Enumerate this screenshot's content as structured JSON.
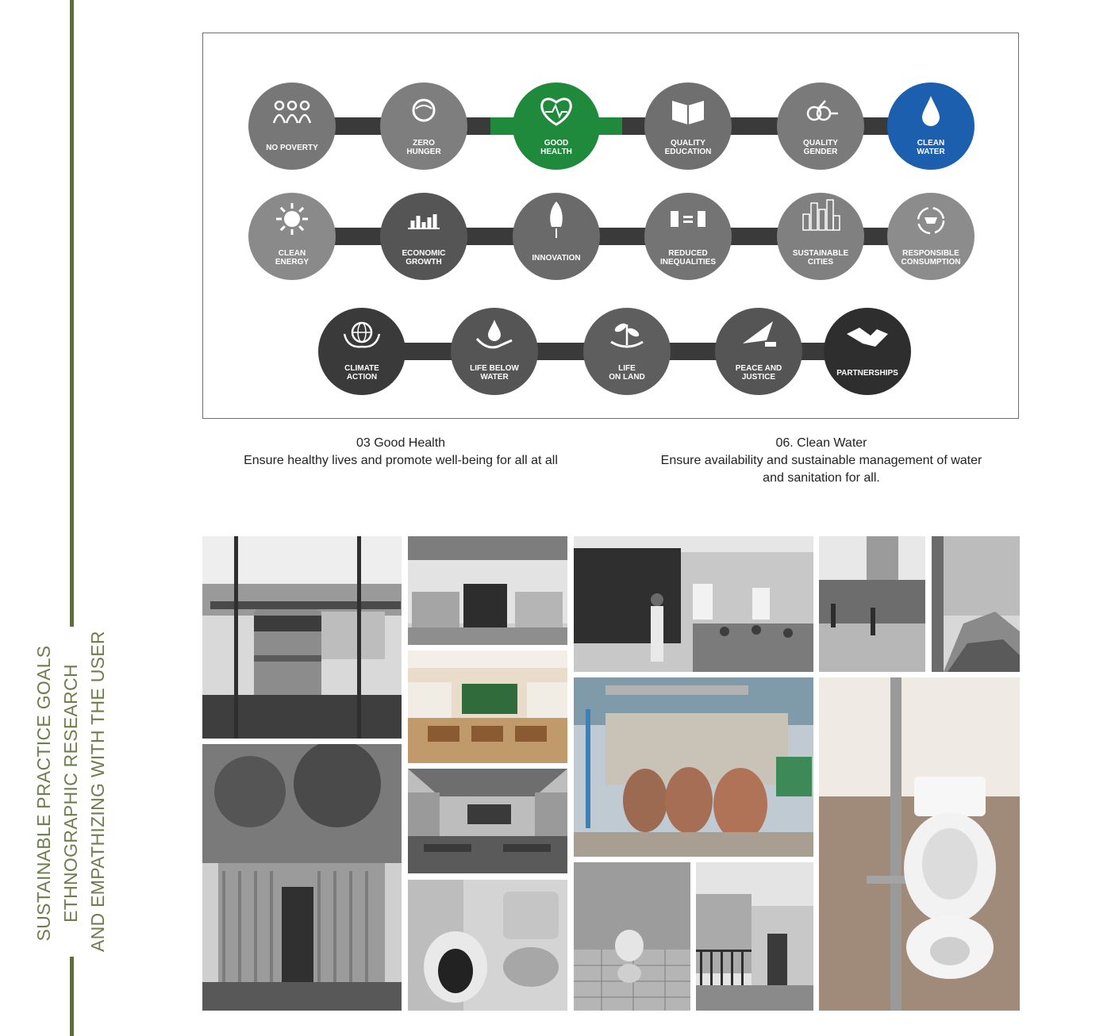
{
  "side_title": {
    "line1": "SUSTAINABLE PRACTICE GOALS",
    "line2": "ETHNOGRAPHIC RESEARCH",
    "line3": "AND EMPATHIZING WITH THE USER"
  },
  "sdg_rows": [
    [
      {
        "label1": "NO POVERTY",
        "label2": "",
        "icon": "people-icon",
        "color": "#777777"
      },
      {
        "label1": "ZERO",
        "label2": "HUNGER",
        "icon": "bowl-icon",
        "color": "#7e7e7e"
      },
      {
        "label1": "GOOD",
        "label2": "HEALTH",
        "icon": "heart-icon",
        "color": "#1f8a3c"
      },
      {
        "label1": "QUALITY",
        "label2": "EDUCATION",
        "icon": "book-icon",
        "color": "#6f6f6f"
      },
      {
        "label1": "QUALITY",
        "label2": "GENDER",
        "icon": "gender-icon",
        "color": "#7a7a7a"
      },
      {
        "label1": "CLEAN",
        "label2": "WATER",
        "icon": "water-drop-icon",
        "color": "#1b5fae"
      }
    ],
    [
      {
        "label1": "CLEAN",
        "label2": "ENERGY",
        "icon": "sun-icon",
        "color": "#8a8a8a"
      },
      {
        "label1": "ECONOMIC",
        "label2": "GROWTH",
        "icon": "bar-chart-icon",
        "color": "#555555"
      },
      {
        "label1": "INNOVATION",
        "label2": "",
        "icon": "rocket-icon",
        "color": "#6a6a6a"
      },
      {
        "label1": "REDUCED",
        "label2": "INEQUALITIES",
        "icon": "equality-icon",
        "color": "#747474"
      },
      {
        "label1": "SUSTAINABLE",
        "label2": "CITIES",
        "icon": "city-icon",
        "color": "#808080"
      },
      {
        "label1": "RESPONSIBLE",
        "label2": "CONSUMPTION",
        "icon": "recycle-cart-icon",
        "color": "#8c8c8c"
      }
    ],
    [
      {
        "label1": "CLIMATE",
        "label2": "ACTION",
        "icon": "globe-hands-icon",
        "color": "#3a3a3a"
      },
      {
        "label1": "LIFE BELOW",
        "label2": "WATER",
        "icon": "hand-drop-icon",
        "color": "#555555"
      },
      {
        "label1": "LIFE",
        "label2": "ON LAND",
        "icon": "plant-icon",
        "color": "#5e5e5e"
      },
      {
        "label1": "PEACE AND",
        "label2": "JUSTICE",
        "icon": "bird-gavel-icon",
        "color": "#555555"
      },
      {
        "label1": "PARTNERSHIPS",
        "label2": "",
        "icon": "handshake-icon",
        "color": "#2e2e2e"
      }
    ]
  ],
  "captions": {
    "left_title": "03 Good Health",
    "left_body": "Ensure healthy lives and promote well-being for all at all",
    "right_title": "06. Clean Water",
    "right_body_1": "Ensure availability and sustainable management of water",
    "right_body_2": "and sanitation for all."
  },
  "photos": [
    {
      "name": "photo-water-drum"
    },
    {
      "name": "photo-school-exterior"
    },
    {
      "name": "photo-classroom-teacher"
    },
    {
      "name": "photo-street-slum"
    },
    {
      "name": "photo-rubble-yard"
    },
    {
      "name": "photo-modern-classroom"
    },
    {
      "name": "photo-water-pots"
    },
    {
      "name": "photo-toilet-closeup"
    },
    {
      "name": "photo-tin-shed"
    },
    {
      "name": "photo-old-classroom"
    },
    {
      "name": "photo-train-toilet"
    },
    {
      "name": "photo-steel-toilet"
    },
    {
      "name": "photo-public-toilet"
    }
  ]
}
